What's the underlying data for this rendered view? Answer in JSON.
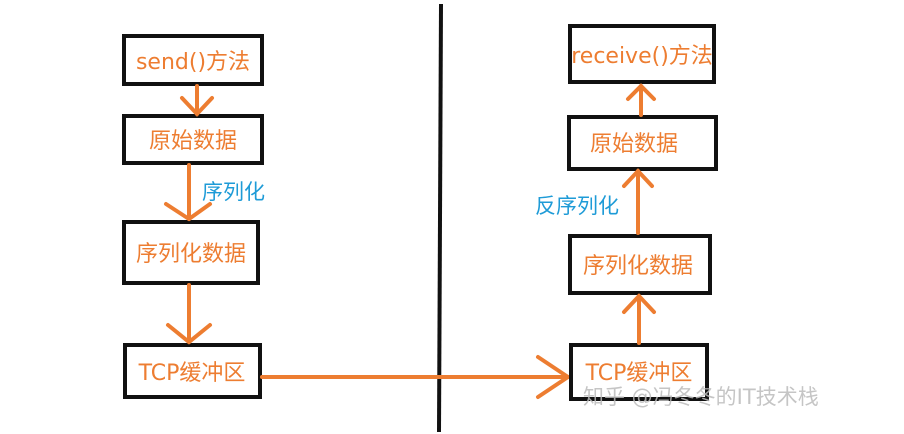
{
  "colors": {
    "box_border": "#111111",
    "box_text": "#ED7D31",
    "arrow": "#ED7D31",
    "edge_label": "#1E9BD7",
    "divider": "#111111",
    "watermark": "#bbbbbb"
  },
  "sender": {
    "send_method": "send()方法",
    "raw_data": "原始数据",
    "serialize_label": "序列化",
    "serialized_data": "序列化数据",
    "tcp_buffer": "TCP缓冲区"
  },
  "receiver": {
    "receive_method": "receive()方法",
    "raw_data": "原始数据",
    "deserialize_label": "反序列化",
    "serialized_data": "序列化数据",
    "tcp_buffer": "TCP缓冲区"
  },
  "watermark": {
    "text": "知乎 @冯冬冬的IT技术栈"
  }
}
